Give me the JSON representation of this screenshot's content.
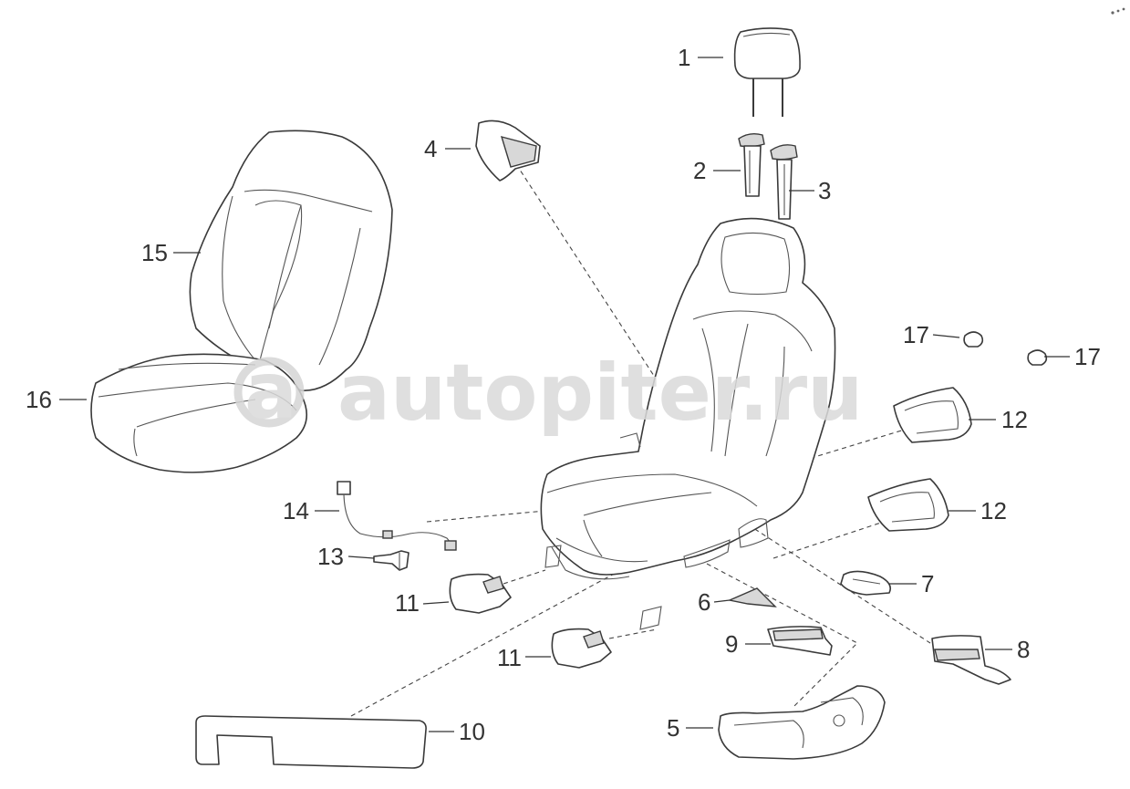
{
  "watermark": "autopiter.ru",
  "callouts": [
    {
      "id": "c1",
      "label": "1"
    },
    {
      "id": "c2",
      "label": "2"
    },
    {
      "id": "c3",
      "label": "3"
    },
    {
      "id": "c4",
      "label": "4"
    },
    {
      "id": "c5",
      "label": "5"
    },
    {
      "id": "c6",
      "label": "6"
    },
    {
      "id": "c7",
      "label": "7"
    },
    {
      "id": "c8",
      "label": "8"
    },
    {
      "id": "c9",
      "label": "9"
    },
    {
      "id": "c10",
      "label": "10"
    },
    {
      "id": "c11a",
      "label": "11"
    },
    {
      "id": "c11b",
      "label": "11"
    },
    {
      "id": "c12a",
      "label": "12"
    },
    {
      "id": "c12b",
      "label": "12"
    },
    {
      "id": "c13",
      "label": "13"
    },
    {
      "id": "c14",
      "label": "14"
    },
    {
      "id": "c15",
      "label": "15"
    },
    {
      "id": "c16",
      "label": "16"
    },
    {
      "id": "c17a",
      "label": "17"
    },
    {
      "id": "c17b",
      "label": "17"
    }
  ]
}
